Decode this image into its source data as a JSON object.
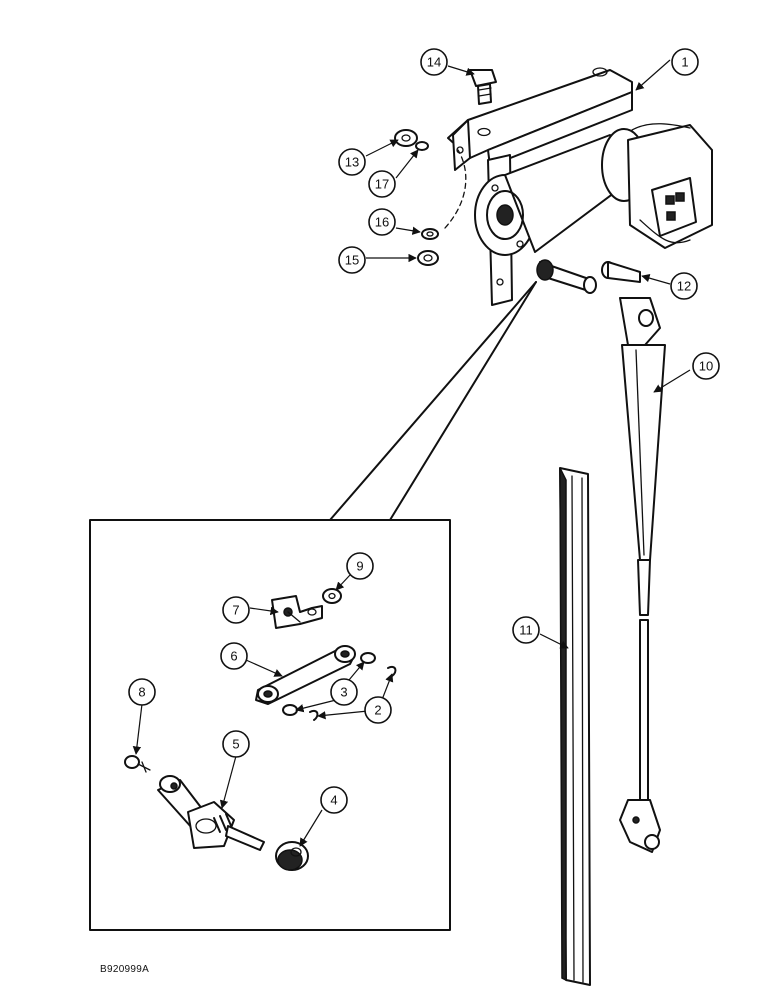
{
  "figure": {
    "id": "B920999A"
  },
  "callouts": [
    "1",
    "2",
    "3",
    "4",
    "5",
    "6",
    "7",
    "8",
    "9",
    "10",
    "11",
    "12",
    "13",
    "14",
    "15",
    "16",
    "17"
  ],
  "colors": {
    "ink": "#111111",
    "paper": "#ffffff"
  }
}
